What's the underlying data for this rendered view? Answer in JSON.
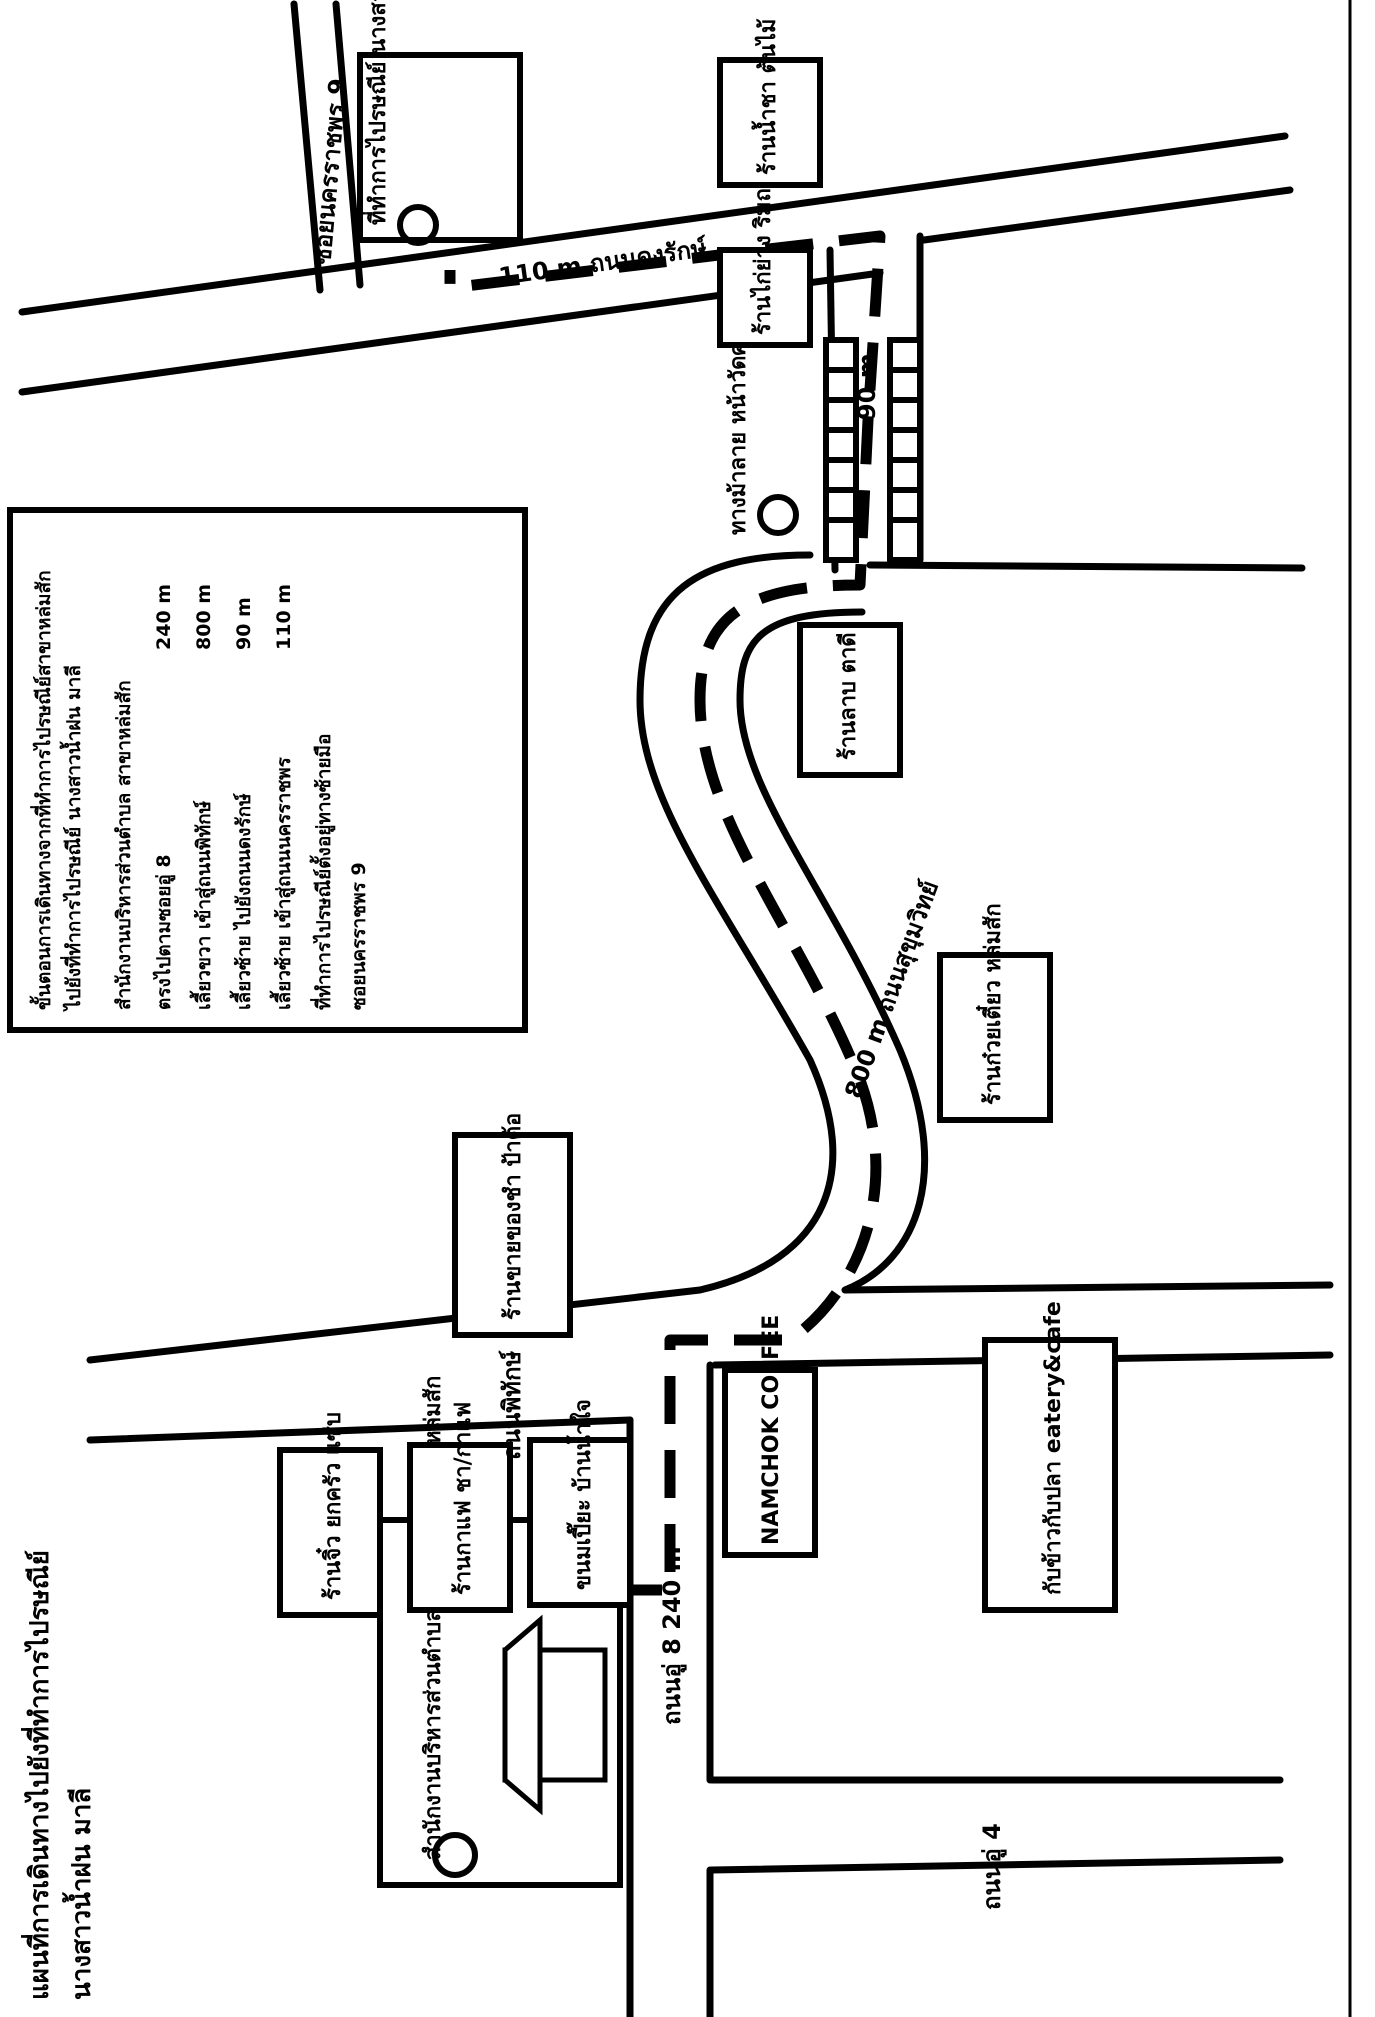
{
  "map": {
    "title_line1": "แผนที่การเดินทางไปยังที่ทำการไปรษณีย์",
    "title_line2": "นางสาวน้ำฝน มาลี",
    "roads": {
      "soi8": "ถนนอู่ 8 240 m",
      "soi4": "ถนนอู่ 4",
      "phitak": "ถนนพิทักษ์",
      "main_curve": "800 m ถนนสุขุมวิทย์",
      "dongrak": "110 m ถนนดงรักษ์",
      "soi_dong": "ซอยนครราชพร 9",
      "distance_90": "90 m"
    },
    "places": {
      "start": "สำนักงานบริหารส่วนตำบล เพชรบูรณ์ สาขาหล่มสัก",
      "shop1": "ร้านจิ๋ว ยกครัว แซ่บ",
      "shop2": "ร้านกาแฟ ชา/กาแฟ",
      "shop3": "ขนมเปี๊ยะ บ้านน้ำใจ",
      "shop4": "ร้านขายของชำ ป้าต้อ",
      "namchok": "NAMCHOK COFFEE",
      "eatery": "กับข้าวกับปลา eatery&cafe",
      "shop5": "ร้านก๋วยเตี๋ยว หล่มสัก",
      "shop6": "ร้านลาบ ตาดี",
      "crossing": "ทางม้าลาย หน้าวัดศรีสุวรรณ",
      "shop7": "ร้านไก่ย่าง ริมถนน",
      "shop8": "ร้านน้ำชา ต้นไม้",
      "destination": "ที่ทำการไปรษณีย์ นางสาวน้ำฝน มาลี"
    },
    "legend": {
      "header1": "ขั้นตอนการเดินทางจากที่ทำการไปรษณีย์สาขาหล่มสัก",
      "header2": "ไปยังที่ทำการไปรษณีย์ นางสาวน้ำฝน มาลี",
      "row1": "สำนักงานบริหารส่วนตำบล สาขาหล่มสัก",
      "row2": "ตรงไปตามซอยอู่ 8",
      "row2_val": "240 m",
      "row3": "เลี้ยวขวา เข้าสู่ถนนพิทักษ์",
      "row3_val": "800 m",
      "row4": "เลี้ยวซ้าย ไปยังถนนดงรักษ์",
      "row4_val": "90 m",
      "row5": "เลี้ยวซ้าย เข้าสู่ถนนนครราชพร",
      "row5_val": "110 m",
      "row6": "ที่ทำการไปรษณีย์ตั้งอยู่ทางซ้ายมือ",
      "row7": "ซอยนครราชพร 9"
    }
  }
}
